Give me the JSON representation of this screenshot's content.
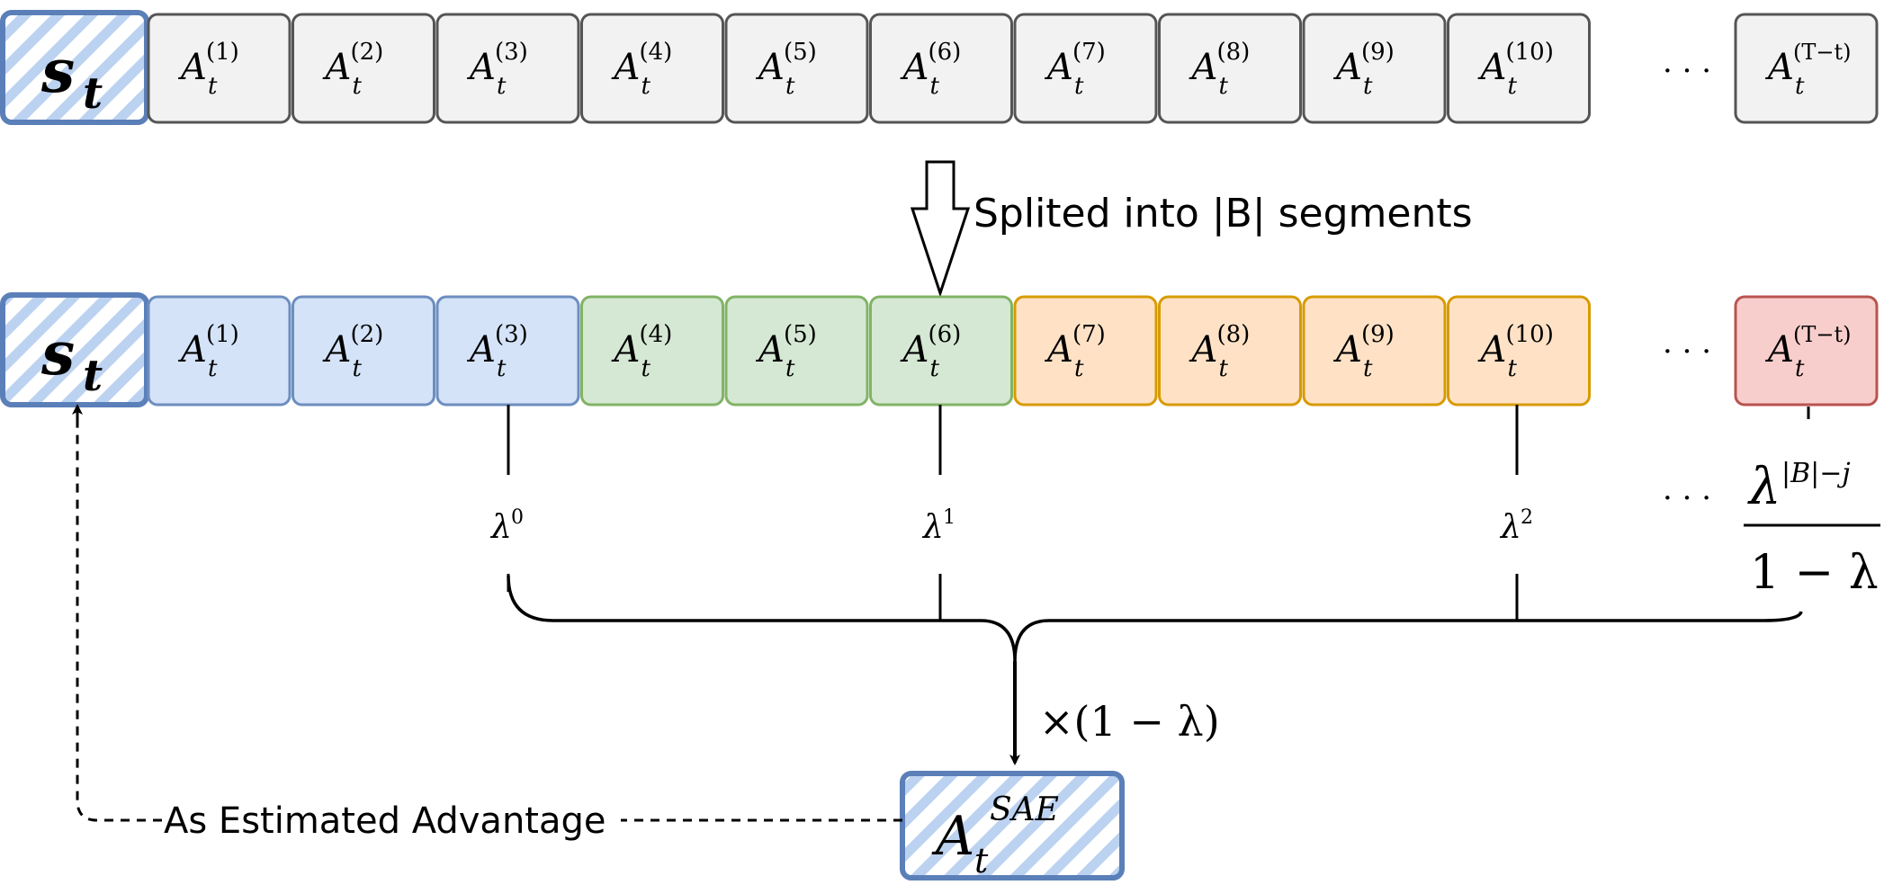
{
  "top_row": {
    "state_label": "s",
    "state_sub": "t",
    "cells": [
      {
        "base": "A",
        "sub": "t",
        "sup": "(1)"
      },
      {
        "base": "A",
        "sub": "t",
        "sup": "(2)"
      },
      {
        "base": "A",
        "sub": "t",
        "sup": "(3)"
      },
      {
        "base": "A",
        "sub": "t",
        "sup": "(4)"
      },
      {
        "base": "A",
        "sub": "t",
        "sup": "(5)"
      },
      {
        "base": "A",
        "sub": "t",
        "sup": "(6)"
      },
      {
        "base": "A",
        "sub": "t",
        "sup": "(7)"
      },
      {
        "base": "A",
        "sub": "t",
        "sup": "(8)"
      },
      {
        "base": "A",
        "sub": "t",
        "sup": "(9)"
      },
      {
        "base": "A",
        "sub": "t",
        "sup": "(10)"
      }
    ],
    "ellipsis": "· · ·",
    "last_cell": {
      "base": "A",
      "sub": "t",
      "sup": "(T−t)"
    }
  },
  "split_label": "Splited into |B| segments",
  "bottom_row": {
    "state_label": "s",
    "state_sub": "t",
    "cells": [
      {
        "base": "A",
        "sub": "t",
        "sup": "(1)",
        "segment": "blue"
      },
      {
        "base": "A",
        "sub": "t",
        "sup": "(2)",
        "segment": "blue"
      },
      {
        "base": "A",
        "sub": "t",
        "sup": "(3)",
        "segment": "blue"
      },
      {
        "base": "A",
        "sub": "t",
        "sup": "(4)",
        "segment": "green"
      },
      {
        "base": "A",
        "sub": "t",
        "sup": "(5)",
        "segment": "green"
      },
      {
        "base": "A",
        "sub": "t",
        "sup": "(6)",
        "segment": "green"
      },
      {
        "base": "A",
        "sub": "t",
        "sup": "(7)",
        "segment": "orange"
      },
      {
        "base": "A",
        "sub": "t",
        "sup": "(8)",
        "segment": "orange"
      },
      {
        "base": "A",
        "sub": "t",
        "sup": "(9)",
        "segment": "orange"
      },
      {
        "base": "A",
        "sub": "t",
        "sup": "(10)",
        "segment": "orange"
      }
    ],
    "ellipsis": "· · ·",
    "last_cell": {
      "base": "A",
      "sub": "t",
      "sup": "(T−t)",
      "segment": "red"
    }
  },
  "weights": {
    "w0": {
      "base": "λ",
      "sup": "0"
    },
    "w1": {
      "base": "λ",
      "sup": "1"
    },
    "w2": {
      "base": "λ",
      "sup": "2"
    },
    "ellipsis": "· · ·",
    "last_numerator_base": "λ",
    "last_numerator_sup": "|B|−j",
    "last_denominator": "1 − λ"
  },
  "multiplier_label": "×(1 − λ)",
  "result": {
    "base": "A",
    "sub": "t",
    "sup": "SAE"
  },
  "feedback_label": "As Estimated Advantage",
  "colors": {
    "gray_fill": "#f2f2f2",
    "gray_stroke": "#555555",
    "blue_fill": "#d4e3f8",
    "blue_stroke": "#6c8ebf",
    "green_fill": "#d5e8d4",
    "green_stroke": "#82b366",
    "orange_fill": "#ffe2c6",
    "orange_stroke": "#d79b00",
    "red_fill": "#f8cecc",
    "red_stroke": "#b85450",
    "hatch_stroke": "#5b7fb8",
    "hatch_line": "#bcd2f1"
  }
}
